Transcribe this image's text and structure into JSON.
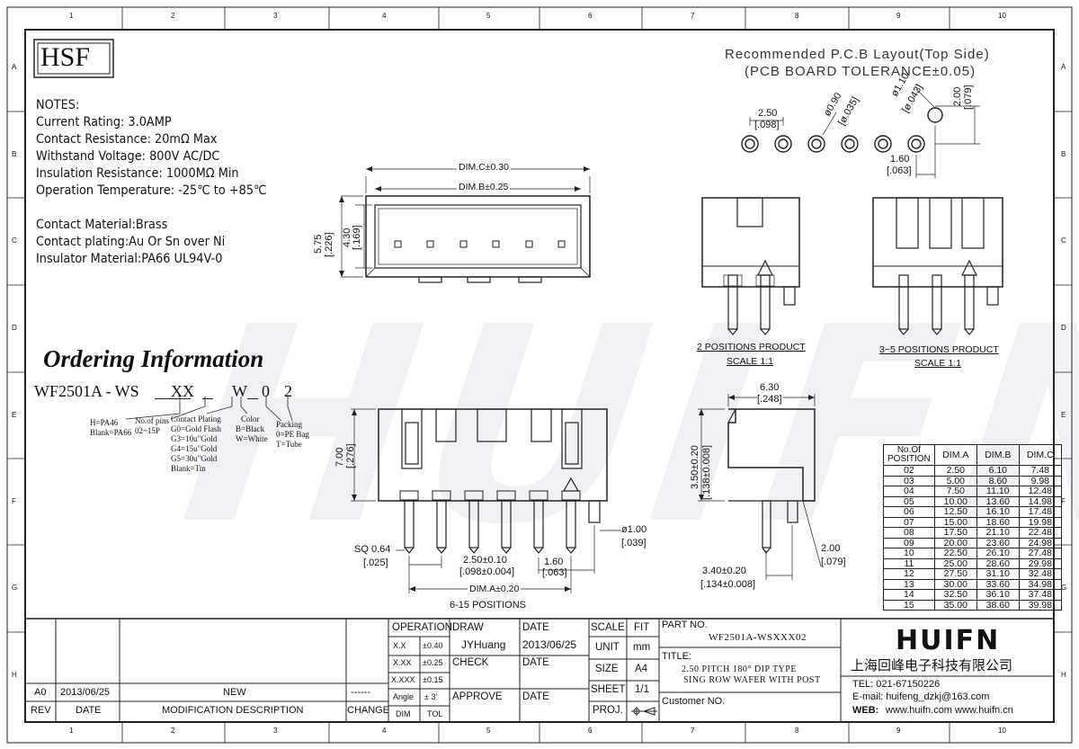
{
  "border": {
    "cols_top": [
      "1",
      "2",
      "3",
      "4",
      "5",
      "6",
      "7",
      "8",
      "9",
      "10"
    ],
    "rows_side": [
      "A",
      "B",
      "C",
      "D",
      "E",
      "F",
      "G",
      "H"
    ]
  },
  "logo_hsf": "HSF",
  "notes": {
    "title": "NOTES:",
    "lines": [
      "Current Rating: 3.0AMP",
      "Contact Resistance: 20mΩ Max",
      "Withstand Voltage: 800V AC/DC",
      "Insulation Resistance: 1000MΩ Min",
      "Operation Temperature: -25℃ to +85℃"
    ],
    "materials": [
      "Contact Material:Brass",
      "Contact plating:Au Or Sn over Ni",
      "Insulator Material:PA66 UL94V-0"
    ]
  },
  "pcb_layout": {
    "title1": "Recommended P.C.B Layout(Top Side)",
    "title2": "(PCB BOARD TOLERANCE±0.05)",
    "dim_pitch": "2.50",
    "dim_pitch_in": "[.098]",
    "dim_hole": "ø0.90",
    "dim_hole_in": "[ø.035]",
    "dim_post": "ø1.10",
    "dim_post_in": "[ø.043]",
    "dim_offset": "2.00",
    "dim_offset_in": "[.079]",
    "dim_160": "1.60",
    "dim_160_in": "[.063]"
  },
  "top_view": {
    "dim_c": "DIM.C±0.30",
    "dim_b": "DIM.B±0.25",
    "h1": "5.75",
    "h1_in": "[.226]",
    "h2": "4.30",
    "h2_in": "[.169]"
  },
  "side_views": {
    "label_2pos": "2  POSITIONS  PRODUCT",
    "scale_2pos": "SCALE  1:1",
    "label_3to5": "3~5  POSITIONS  PRODUCT",
    "scale_3to5": "SCALE  1:1"
  },
  "ordering": {
    "title": "Ordering Information",
    "part_prefix": "WF2501A - WS",
    "part_xx": "XX",
    "part_w": "W",
    "part_0": "0",
    "part_2": "2",
    "h_pa46": "H=PA46",
    "blank_pa66": "Blank=PA66",
    "no_pins": "No.of pins",
    "pins_range": "02~15P",
    "plating_title": "Contact Plating",
    "plating": [
      "G0=Gold Flash",
      "G3=10u\"Gold",
      "G4=15u\"Gold",
      "G5=30u\"Gold",
      "Blank=Tin"
    ],
    "color_title": "Color",
    "colors": [
      "B=Black",
      "W=White"
    ],
    "packing_title": "Packing",
    "packing": [
      "0=PE Bag",
      "T=Tube"
    ]
  },
  "front_view": {
    "h": "7.00",
    "h_in": "[.276]",
    "sq": "SQ 0.64",
    "sq_in": "[.025]",
    "pitch": "2.50±0.10",
    "pitch_in": "[.098±0.004]",
    "w160": "1.60",
    "w160_in": "[.063]",
    "post": "ø1.00",
    "post_in": "[.039]",
    "dim_a": "DIM.A±0.20",
    "positions": "6-15  POSITIONS"
  },
  "end_view": {
    "w": "6.30",
    "w_in": "[.248]",
    "h": "3.50±0.20",
    "h_in": "[.138±0.008]",
    "b": "3.40±0.20",
    "b_in": "[.134±0.008]",
    "s": "2.00",
    "s_in": "[.079]"
  },
  "dim_table": {
    "headers": [
      "No.Of POSITION",
      "DIM.A",
      "DIM.B",
      "DIM.C"
    ],
    "rows": [
      [
        "02",
        "2.50",
        "6.10",
        "7.48"
      ],
      [
        "03",
        "5.00",
        "8.60",
        "9.98"
      ],
      [
        "04",
        "7.50",
        "11.10",
        "12.48"
      ],
      [
        "05",
        "10.00",
        "13.60",
        "14.98"
      ],
      [
        "06",
        "12.50",
        "16.10",
        "17.48"
      ],
      [
        "07",
        "15.00",
        "18.60",
        "19.98"
      ],
      [
        "08",
        "17.50",
        "21.10",
        "22.48"
      ],
      [
        "09",
        "20.00",
        "23.60",
        "24.98"
      ],
      [
        "10",
        "22.50",
        "26.10",
        "27.48"
      ],
      [
        "11",
        "25.00",
        "28.60",
        "29.98"
      ],
      [
        "12",
        "27.50",
        "31.10",
        "32.48"
      ],
      [
        "13",
        "30.00",
        "33.60",
        "34.98"
      ],
      [
        "14",
        "32.50",
        "36.10",
        "37.48"
      ],
      [
        "15",
        "35.00",
        "38.60",
        "39.98"
      ]
    ]
  },
  "title_block": {
    "rev_row": {
      "rev": "A0",
      "date": "2013/06/25",
      "desc": "NEW",
      "change": "------"
    },
    "header": {
      "rev": "REV",
      "date": "DATE",
      "desc": "MODIFICATION  DESCRIPTION",
      "change": "CHANGE"
    },
    "operation": "OPERATION",
    "tol_rows": [
      {
        "k": "X.X",
        "v": "±0.40"
      },
      {
        "k": "X.XX",
        "v": "±0.25"
      },
      {
        "k": "X.XXX",
        "v": "±0.15"
      },
      {
        "k": "Angle",
        "v": "± 3'"
      }
    ],
    "dim": "DIM",
    "tol": "TOL",
    "draw": "DRAW",
    "draw_name": "JYHuang",
    "check": "CHECK",
    "approve": "APPROVE",
    "date": "DATE",
    "date_value": "2013/06/25",
    "scale": "SCALE",
    "fit": "FIT",
    "unit": "UNIT",
    "unit_v": "mm",
    "size": "SIZE",
    "size_v": "A4",
    "sheet": "SHEET",
    "sheet_v": "1/1",
    "proj": "PROJ.",
    "part_no_label": "PART  NO.",
    "part_no": "WF2501A-WSXXX02",
    "title_label": "TITLE:",
    "title_line1": "2.50 PITCH 180°  DIP TYPE",
    "title_line2": "SING ROW WAFER WITH POST",
    "customer": "Customer  NO.",
    "company_logo": "HUIFN",
    "company_cn": "上海回峰电子科技有限公司",
    "tel": "TEL: 021-67150226",
    "email": "E-mail: huifeng_dzkj@163.com",
    "web_label": "WEB:",
    "web": "www.huifn.com  www.huifn.cn"
  }
}
